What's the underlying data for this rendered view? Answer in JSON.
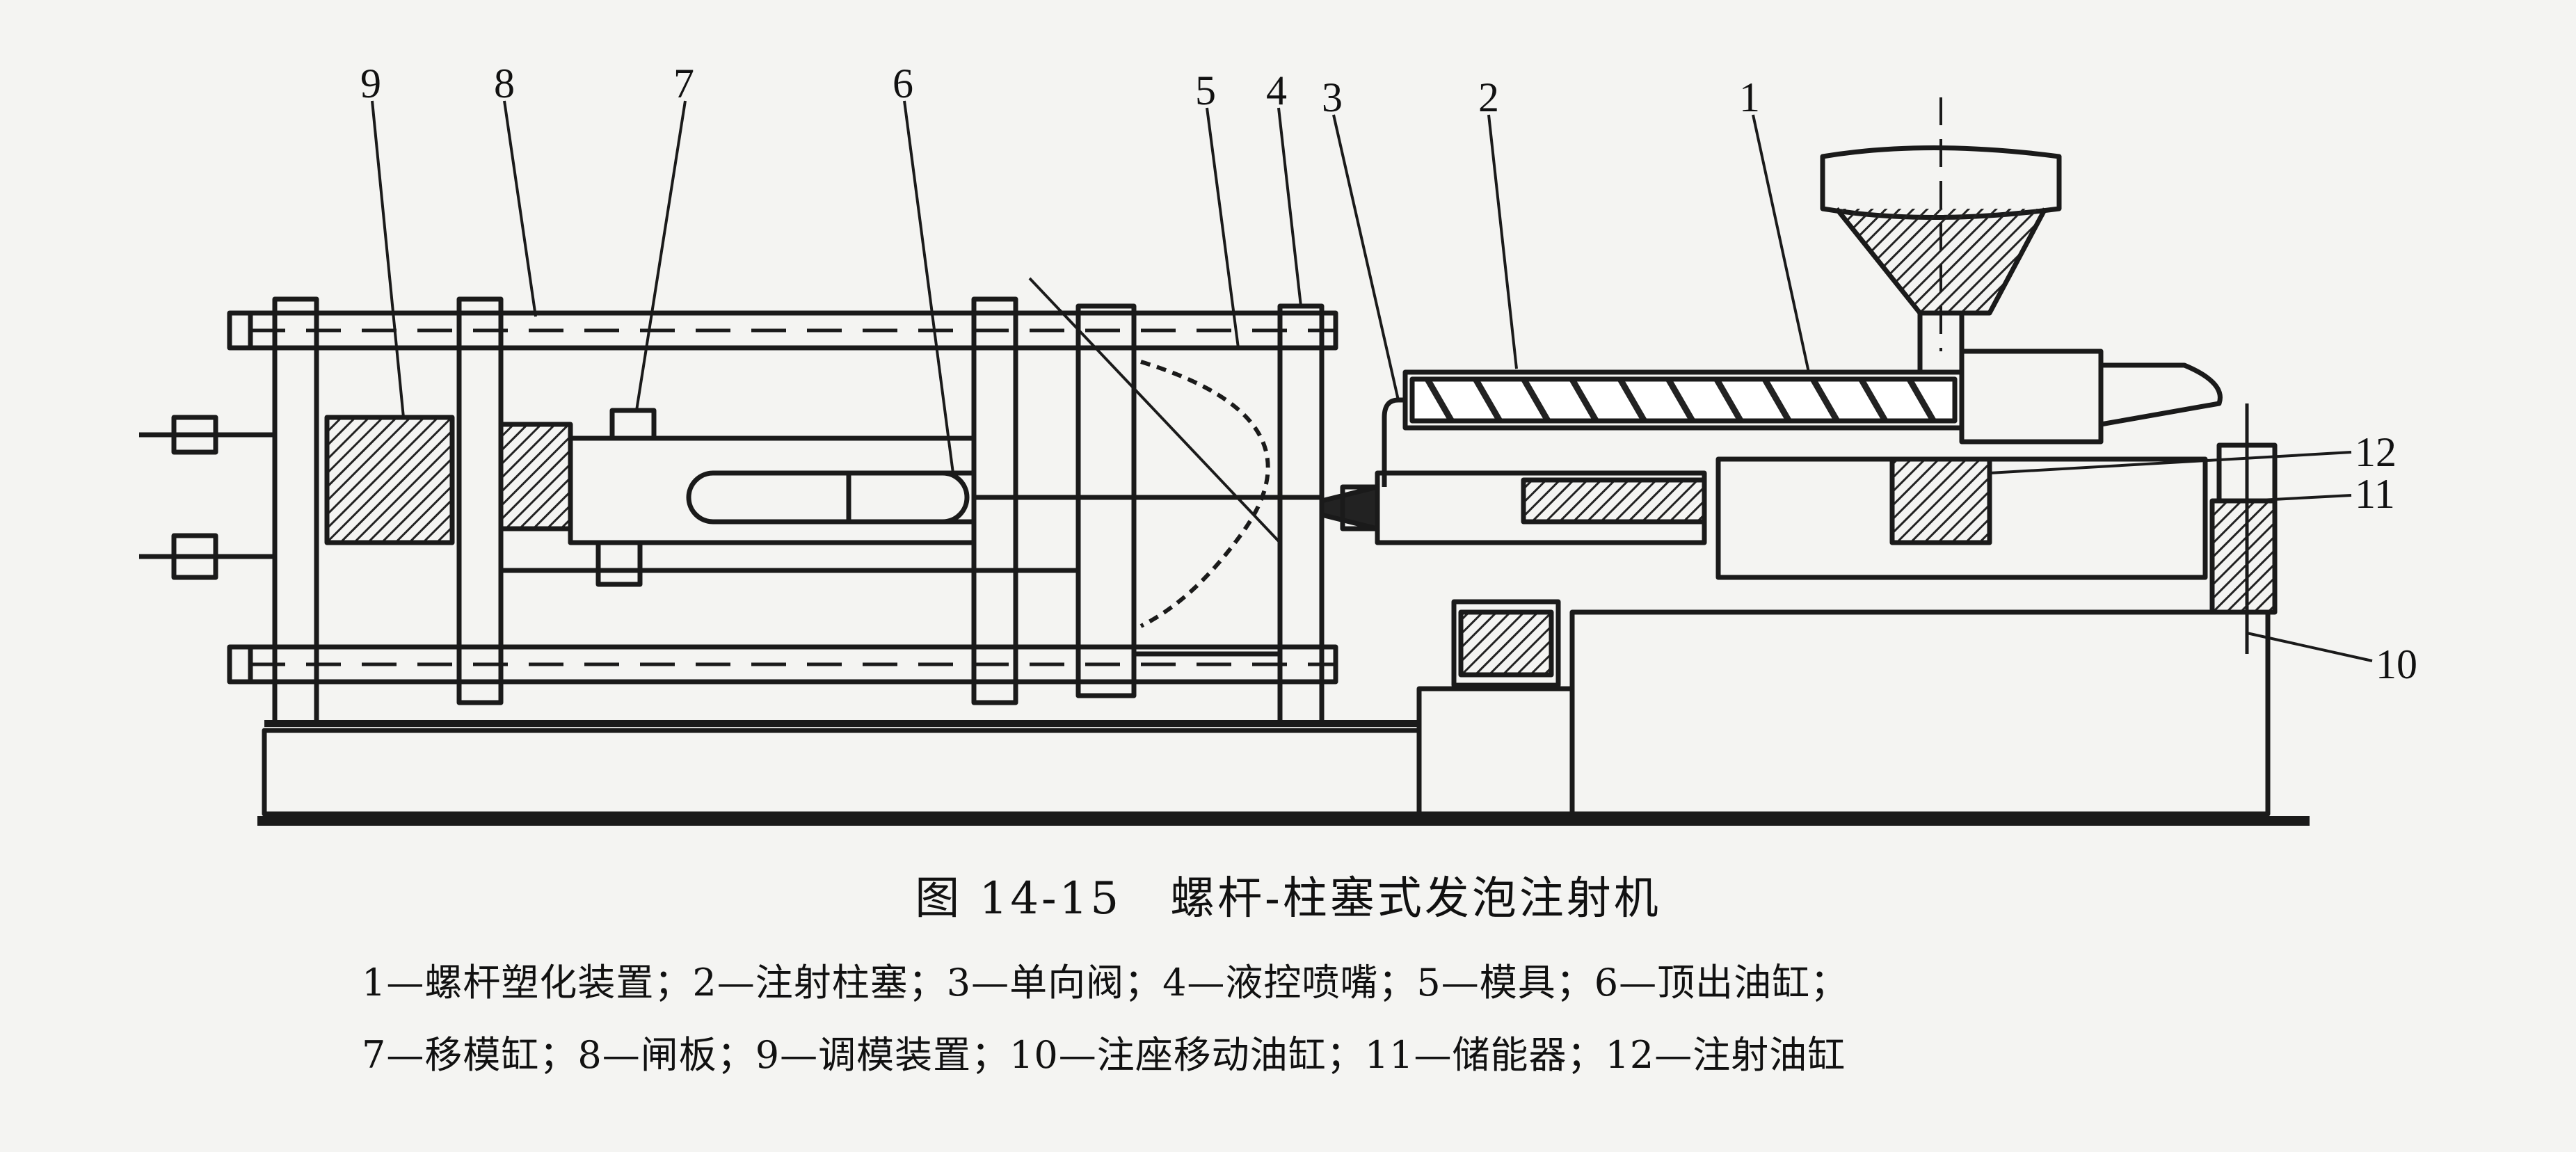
{
  "figure": {
    "number": "图 14-15",
    "title": "螺杆-柱塞式发泡注射机"
  },
  "callouts": [
    {
      "id": "1"
    },
    {
      "id": "2"
    },
    {
      "id": "3"
    },
    {
      "id": "4"
    },
    {
      "id": "5"
    },
    {
      "id": "6"
    },
    {
      "id": "7"
    },
    {
      "id": "8"
    },
    {
      "id": "9"
    },
    {
      "id": "10"
    },
    {
      "id": "11"
    },
    {
      "id": "12"
    }
  ],
  "legend": {
    "line1": "1—螺杆塑化装置；2—注射柱塞；3—单向阀；4—液控喷嘴；5—模具；6—顶出油缸；",
    "line2": "7—移模缸；8—闸板；9—调模装置；10—注座移动油缸；11—储能器；12—注射油缸"
  }
}
